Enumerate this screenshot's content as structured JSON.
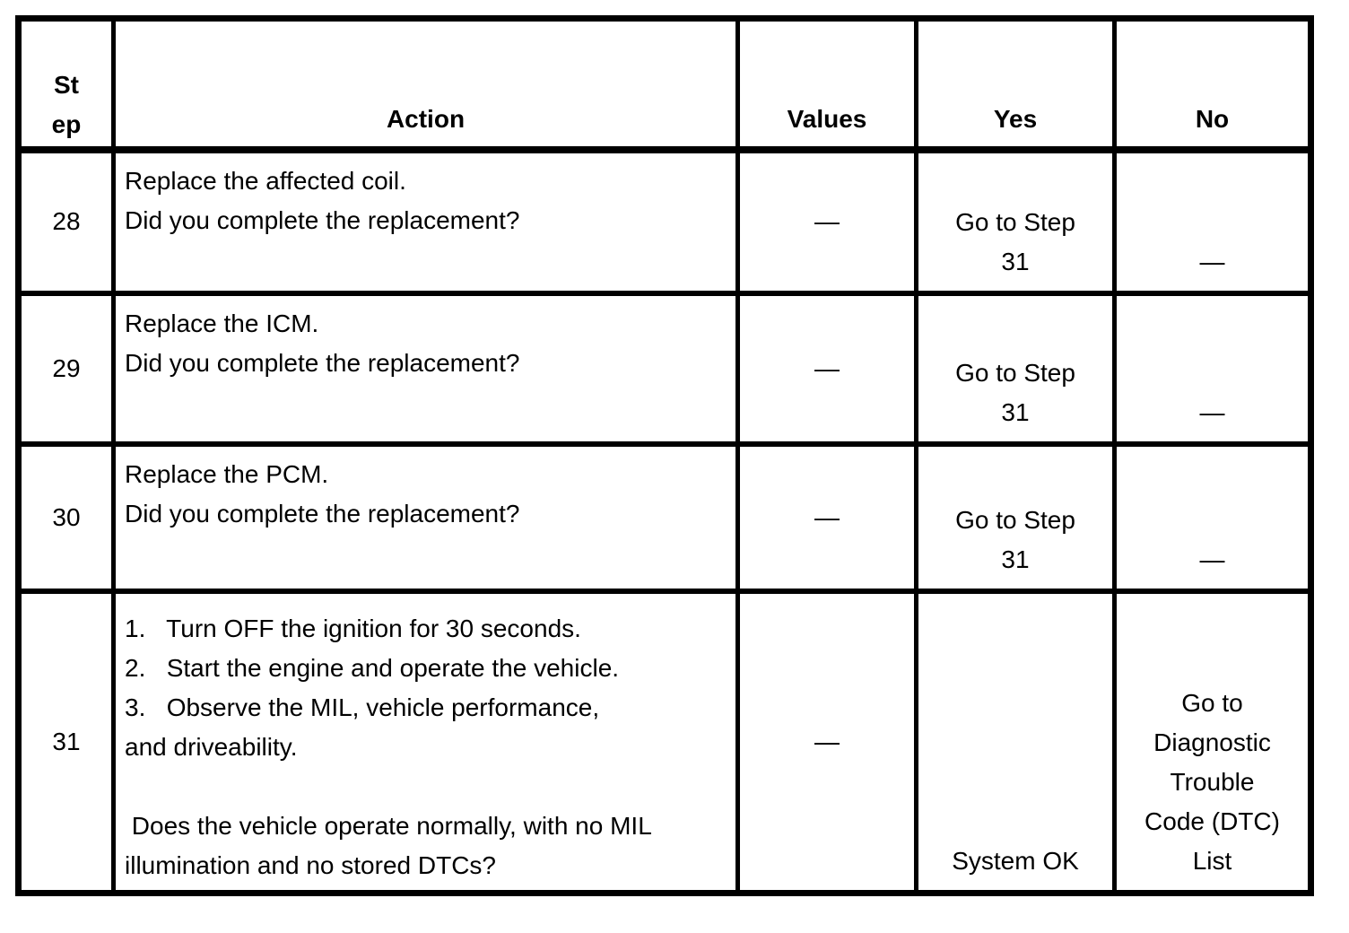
{
  "page": {
    "background_color": "#ffffff",
    "text_color": "#000000",
    "border_color": "#000000"
  },
  "table": {
    "headers": {
      "step": "St\nep",
      "action": "Action",
      "values": "Values",
      "yes": "Yes",
      "no": "No"
    },
    "rows": [
      {
        "step": "28",
        "action": "Replace the affected coil.\nDid you complete the replacement?",
        "values": "—",
        "yes": "Go to Step\n31",
        "no": "—"
      },
      {
        "step": "29",
        "action": "Replace the ICM.\nDid you complete the replacement?",
        "values": "—",
        "yes": "Go to Step\n31",
        "no": "—"
      },
      {
        "step": "30",
        "action": "Replace the PCM.\nDid you complete the replacement?",
        "values": "—",
        "yes": "Go to Step\n31",
        "no": "—"
      },
      {
        "step": "31",
        "action": "1.   Turn OFF the ignition for 30 seconds.\n2.   Start the engine and operate the vehicle.\n3.   Observe the MIL, vehicle performance,\nand driveability.\n\n Does the vehicle operate normally, with no MIL\nillumination and no stored DTCs?",
        "values": "—",
        "yes": "System OK",
        "no": "Go to\nDiagnostic\nTrouble\nCode (DTC)\nList"
      }
    ]
  }
}
